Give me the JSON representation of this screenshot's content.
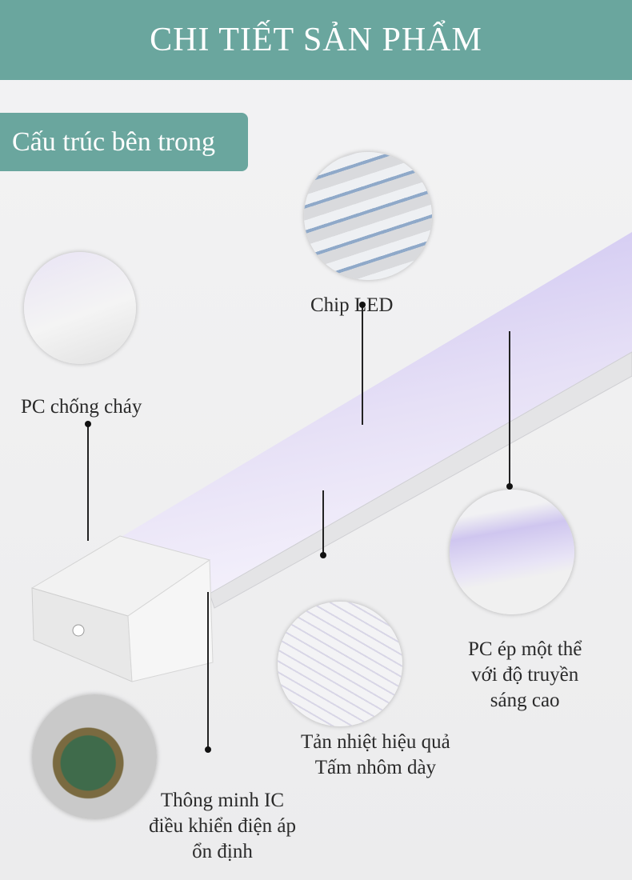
{
  "header": {
    "title": "CHI TIẾT SẢN PHẨM"
  },
  "section": {
    "title": "Cấu trúc bên trong"
  },
  "labels": {
    "chip_led": "Chip LED",
    "pc_fireproof": "PC chống cháy",
    "pc_molded": [
      "PC ép một thể",
      "với độ truyền",
      "sáng cao"
    ],
    "heat_sink": [
      "Tản nhiệt hiệu quả",
      "Tấm nhôm dày"
    ],
    "smart_ic": [
      "Thông minh IC",
      "điều khiển điện áp",
      "ổn định"
    ]
  },
  "colors": {
    "accent": "#6aa69e",
    "diffuser": "#ddd6f2"
  }
}
